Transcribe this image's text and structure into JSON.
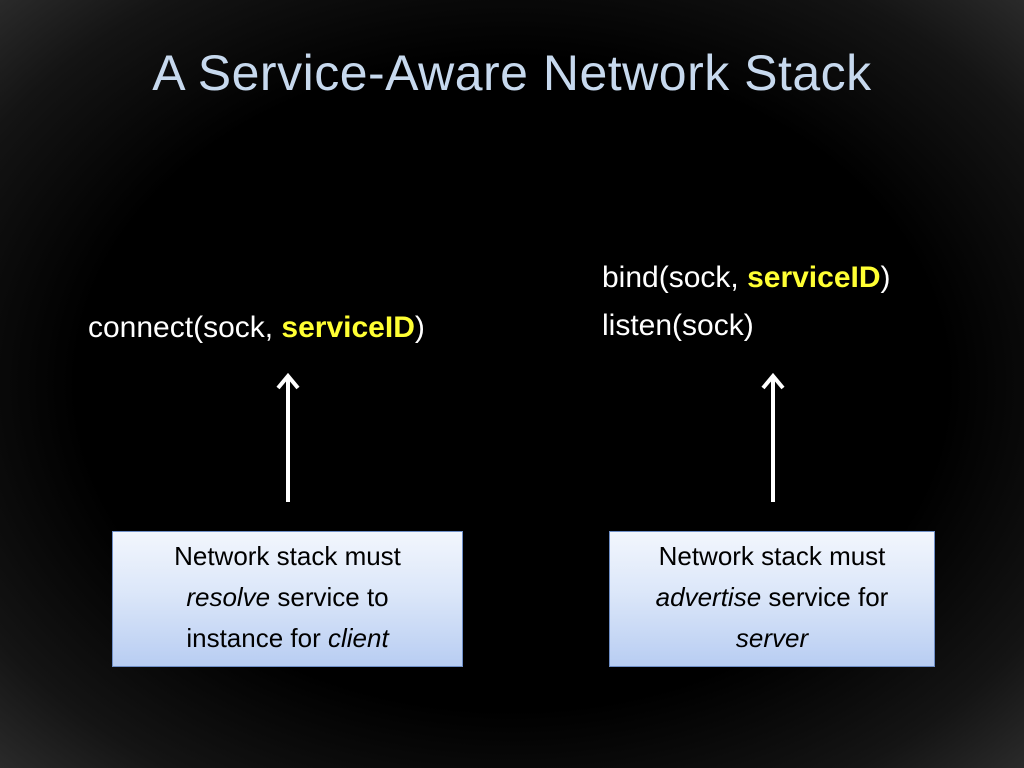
{
  "title": "A Service-Aware Network Stack",
  "client": {
    "call_prefix": "connect(sock, ",
    "call_highlight": "serviceID",
    "call_suffix": ")",
    "note": {
      "line1": "Network stack must",
      "line2_italic": "resolve",
      "line2_rest": " service to",
      "line3_rest": "instance for ",
      "line3_italic": "client"
    }
  },
  "server": {
    "bind_prefix": "bind(sock, ",
    "bind_highlight": "serviceID",
    "bind_suffix": ")",
    "listen": "listen(sock)",
    "note": {
      "line1": "Network stack must",
      "line2_italic": "advertise",
      "line2_rest": " service for",
      "line3_italic": "server"
    }
  },
  "colors": {
    "title": "#c7d9ee",
    "highlight": "#ffff33",
    "note_border": "#6f8fc7"
  }
}
